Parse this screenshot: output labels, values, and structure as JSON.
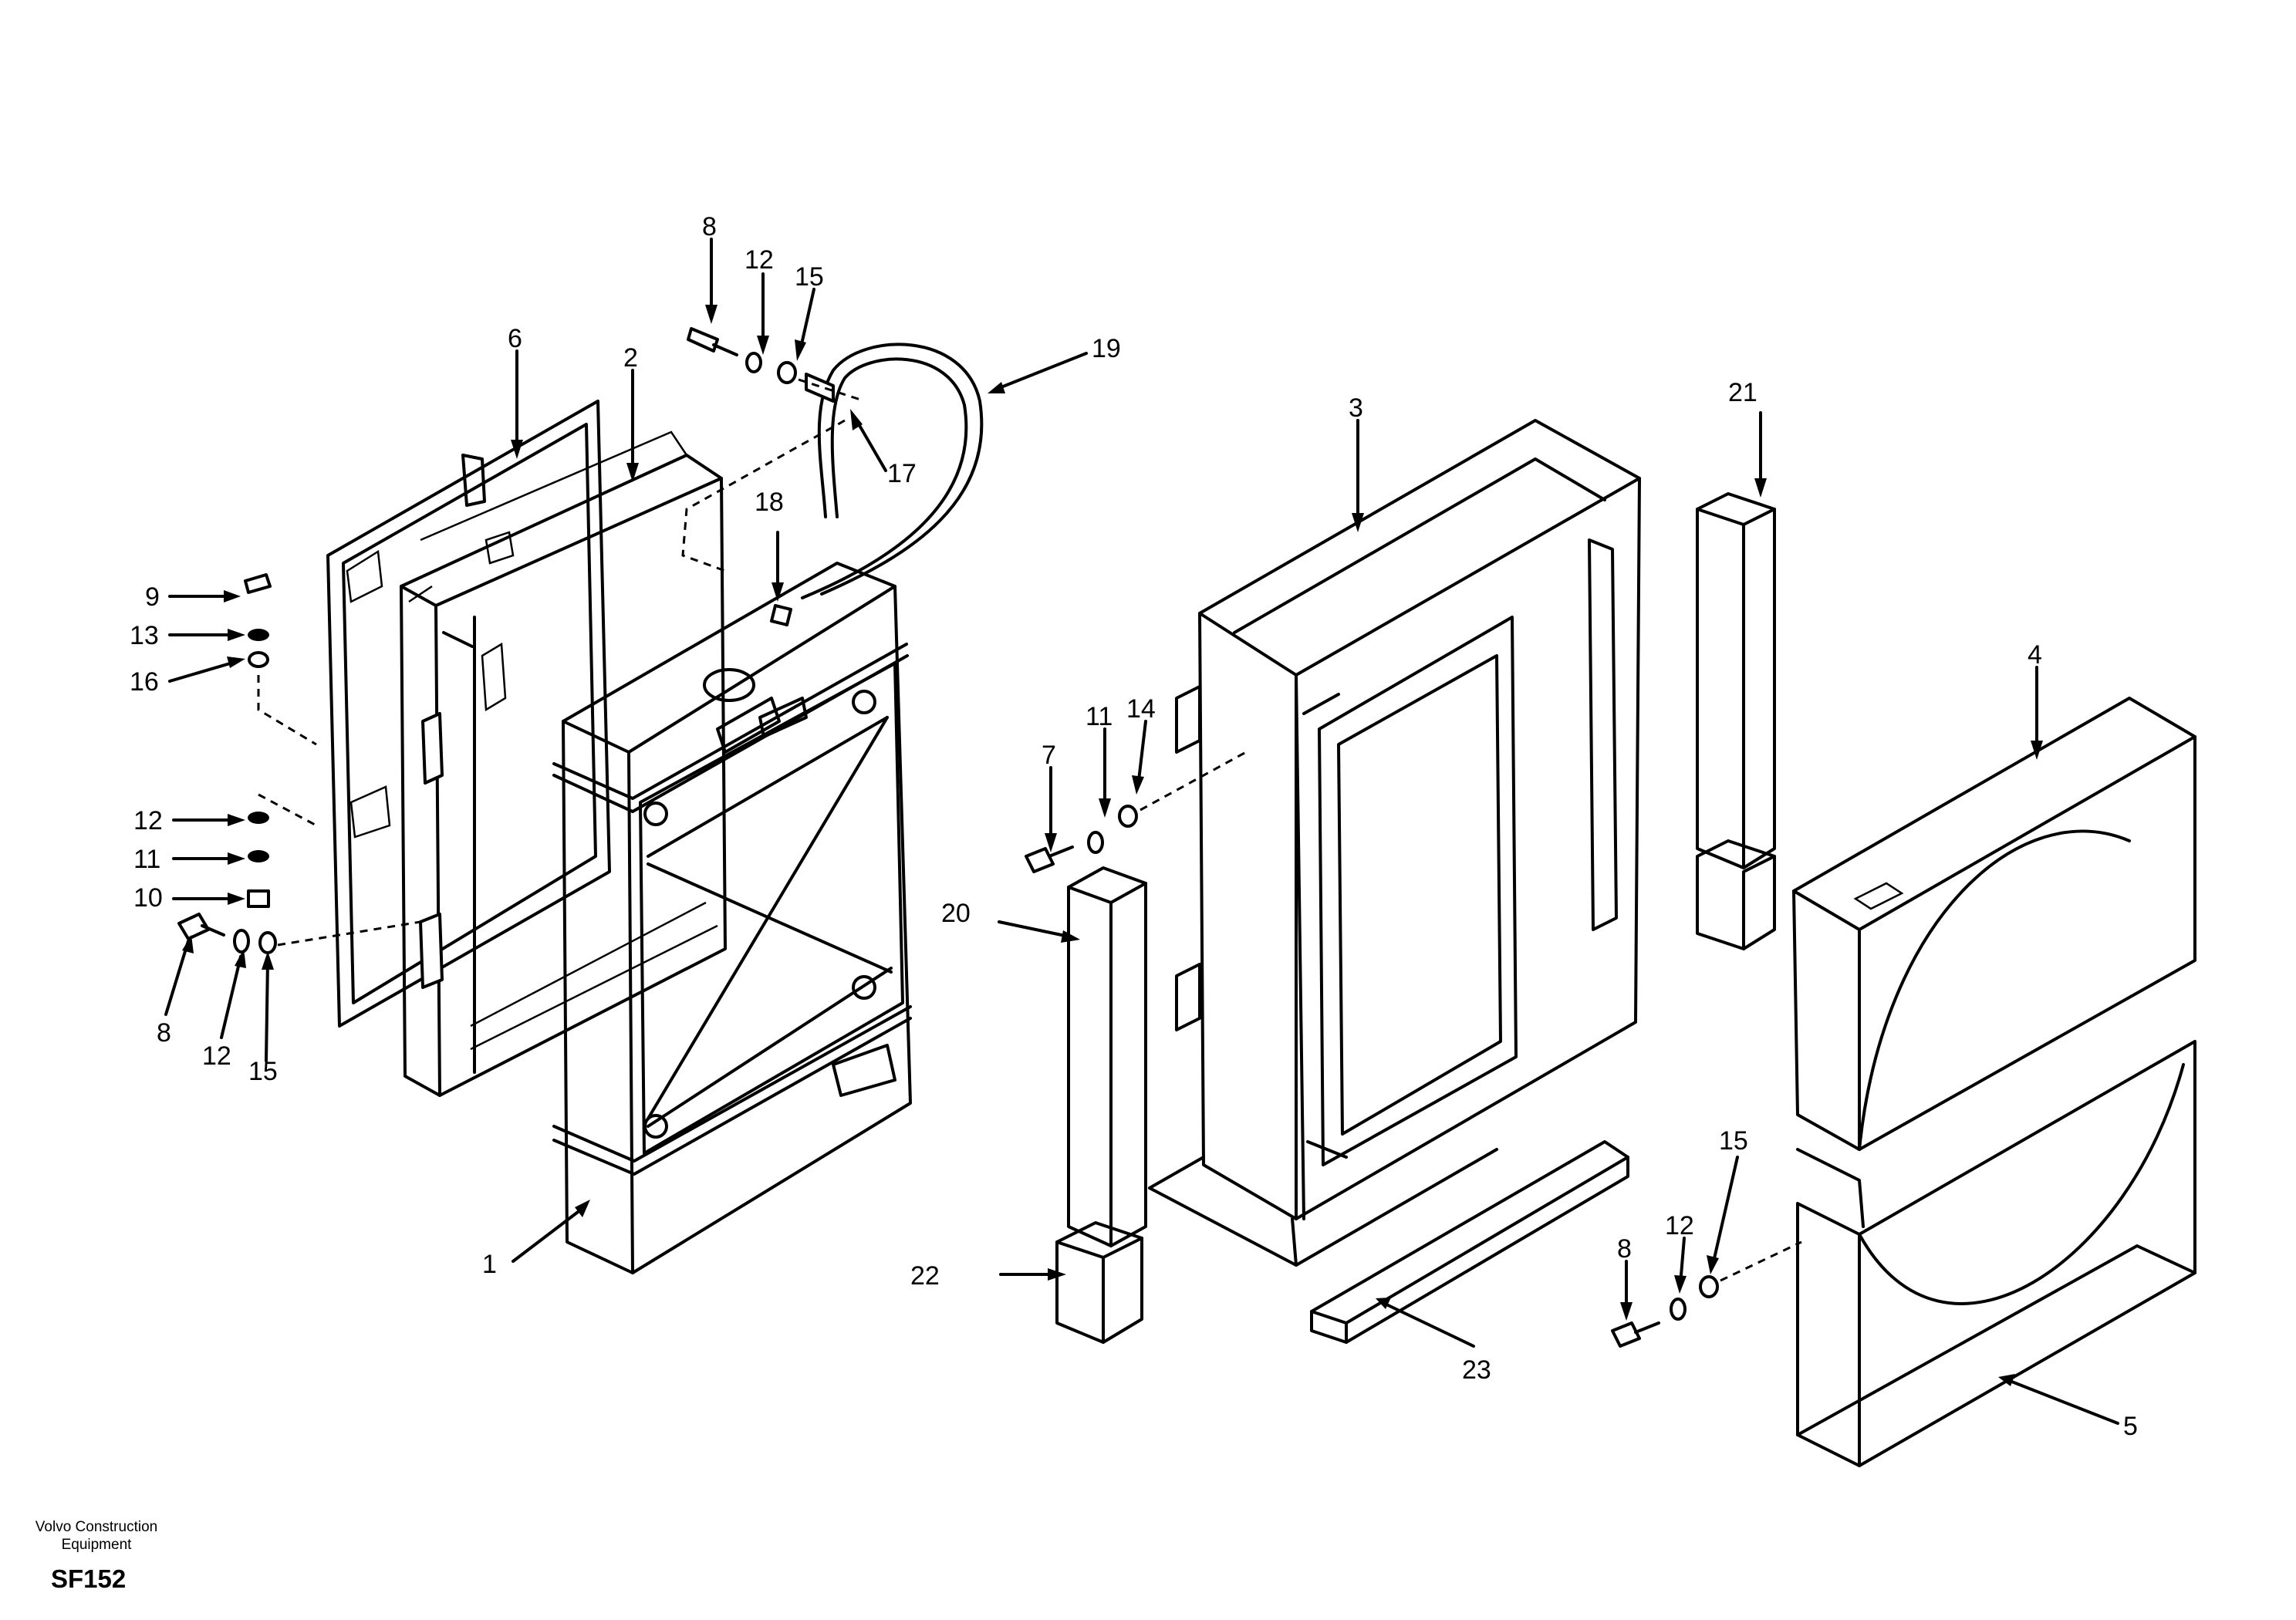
{
  "labels": [
    {
      "text": "1"
    },
    {
      "text": "2"
    },
    {
      "text": "3"
    },
    {
      "text": "4"
    },
    {
      "text": "5"
    },
    {
      "text": "6"
    },
    {
      "text": "7"
    },
    {
      "text": "8"
    },
    {
      "text": "8"
    },
    {
      "text": "8"
    },
    {
      "text": "9"
    },
    {
      "text": "10"
    },
    {
      "text": "11"
    },
    {
      "text": "11"
    },
    {
      "text": "12"
    },
    {
      "text": "12"
    },
    {
      "text": "12"
    },
    {
      "text": "12"
    },
    {
      "text": "13"
    },
    {
      "text": "14"
    },
    {
      "text": "15"
    },
    {
      "text": "15"
    },
    {
      "text": "15"
    },
    {
      "text": "16"
    },
    {
      "text": "17"
    },
    {
      "text": "18"
    },
    {
      "text": "19"
    },
    {
      "text": "20"
    },
    {
      "text": "21"
    },
    {
      "text": "22"
    },
    {
      "text": "23"
    }
  ],
  "footer": {
    "brand_line1": "Volvo Construction",
    "brand_line2": "Equipment",
    "code": "SF152"
  }
}
